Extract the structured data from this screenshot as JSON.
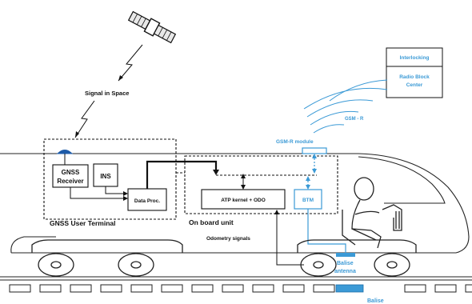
{
  "labels": {
    "signal_in_space": "Signal in Space",
    "interlocking": "Interlocking",
    "rbc_line1": "Radio Block",
    "rbc_line2": "Center",
    "gsm_r": "GSM - R",
    "gsm_r_module": "GSM-R module",
    "gnss_line1": "GNSS",
    "gnss_line2": "Receiver",
    "ins": "INS",
    "data_proc": "Data Proc.",
    "gnss_user_terminal": "GNSS User Terminal",
    "atp_kernel": "ATP kernel + ODO",
    "btm": "BTM",
    "on_board_unit": "On board unit",
    "odometry_signals": "Odometry signals",
    "balise_antenna_line1": "Balise",
    "balise_antenna_line2": "antenna",
    "balise": "Balise"
  },
  "colors": {
    "line": "#111111",
    "accent_blue": "#3b9ad6"
  }
}
